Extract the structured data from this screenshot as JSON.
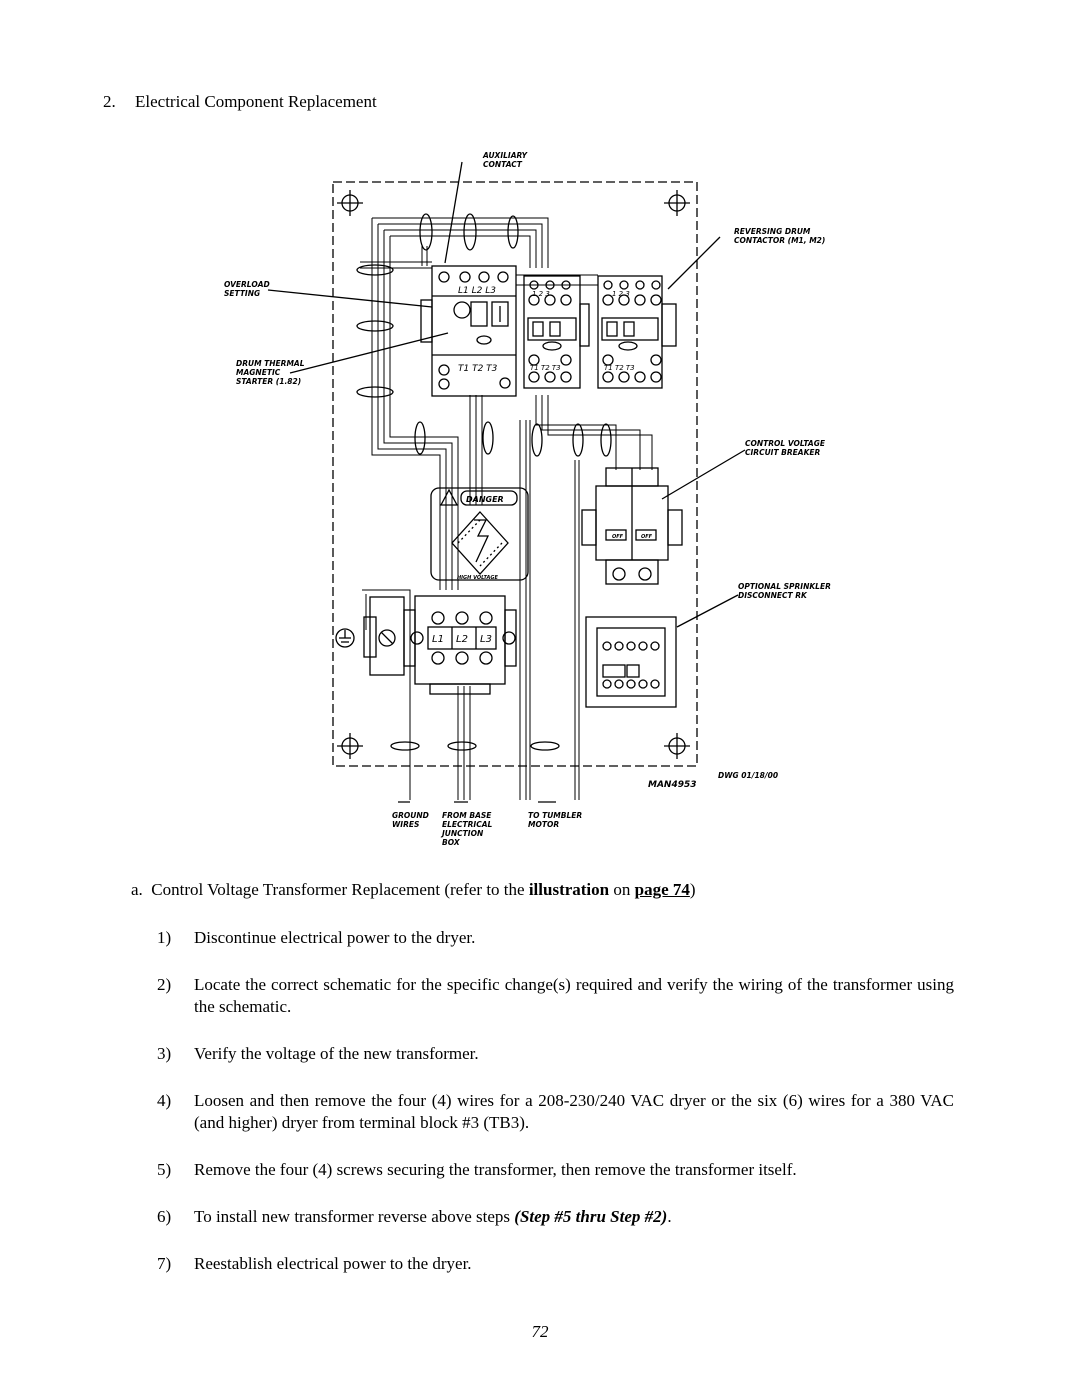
{
  "heading": {
    "number": "2.",
    "text": "Electrical Component Replacement"
  },
  "diagram": {
    "labels": {
      "auxiliary_contact": [
        "AUXILIARY",
        "CONTACT"
      ],
      "reversing_contactor": [
        "REVERSING DRUM",
        "CONTACTOR (M1, M2)"
      ],
      "overload_setting": [
        "OVERLOAD",
        "SETTING"
      ],
      "drum_thermal": [
        "DRUM THERMAL",
        "MAGNETIC",
        "STARTER (1.82)"
      ],
      "control_voltage": [
        "CONTROL VOLTAGE",
        "CIRCUIT BREAKER"
      ],
      "optional_sprinkler": [
        "OPTIONAL SPRINKLER",
        "DISCONNECT RK"
      ],
      "ground_wires": [
        "GROUND",
        "WIRES"
      ],
      "from_base": [
        "FROM BASE",
        "ELECTRICAL",
        "JUNCTION",
        "BOX"
      ],
      "to_tumbler": [
        "TO TUMBLER",
        "MOTOR"
      ],
      "drawing_number": "MAN4953",
      "dwg_date": "DWG 01/18/00",
      "starter_top_terminals": "L1  L2  L3",
      "starter_bottom_terminals": "T1  T2  T3",
      "contactor_top_terminals": "1  2  3",
      "contactor_bottom_terminals": "T1  T2  T3",
      "danger": "DANGER",
      "high_voltage": "HIGH VOLTAGE",
      "breaker_off": "OFF",
      "block_terminals": [
        "L1",
        "L2",
        "L3"
      ]
    }
  },
  "section": {
    "prefix": "a.",
    "text": "Control Voltage Transformer Replacement (refer to the ",
    "bold": "illustration",
    "mid": " on ",
    "link": "page 74",
    "suffix": ")"
  },
  "steps": [
    {
      "n": "1)",
      "text": "Discontinue electrical power to the dryer."
    },
    {
      "n": "2)",
      "text": "Locate the correct schematic for the specific change(s) required and verify the wiring of the transformer using the schematic."
    },
    {
      "n": "3)",
      "text": "Verify the voltage of the new transformer."
    },
    {
      "n": "4)",
      "text": "Loosen and then remove the four (4) wires for a 208-230/240 VAC dryer or the six (6) wires for a 380 VAC (and higher) dryer from terminal block #3 (TB3)."
    },
    {
      "n": "5)",
      "text": "Remove the four (4) screws securing the transformer, then remove the transformer itself."
    },
    {
      "n": "6)",
      "text": "To install new transformer reverse above steps ",
      "emph": "(Step #5 thru Step #2)",
      "after": "."
    },
    {
      "n": "7)",
      "text": "Reestablish electrical power to the dryer."
    }
  ],
  "page_number": "72"
}
